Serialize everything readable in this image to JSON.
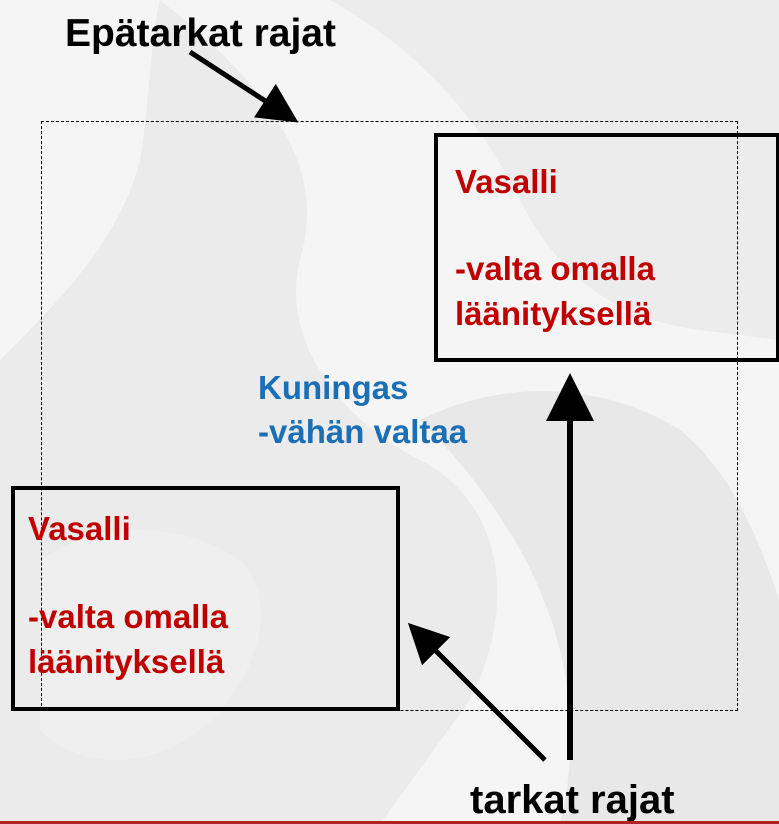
{
  "labels": {
    "fuzzy_borders": "Epätarkat rajat",
    "sharp_borders": "tarkat rajat"
  },
  "king": {
    "name": "Kuningas",
    "power": "-vähän valtaa"
  },
  "vassals": [
    {
      "name": "Vasalli",
      "power_line1": "-valta omalla",
      "power_line2": "läänityksellä"
    },
    {
      "name": "Vasalli",
      "power_line1": "-valta omalla",
      "power_line2": "läänityksellä"
    }
  ],
  "colors": {
    "vassal_text": "#c00000",
    "king_text": "#1b6fb5",
    "footer_line": "#b22222"
  }
}
